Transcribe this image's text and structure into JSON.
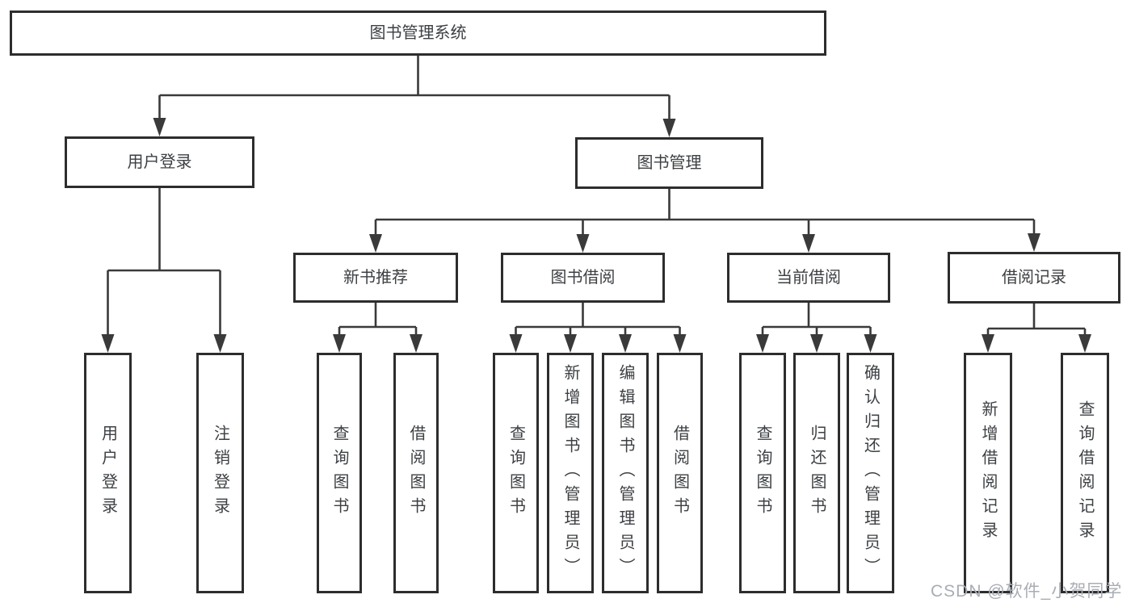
{
  "diagram_title": "图书管理系统",
  "tree": {
    "root": {
      "label": "图书管理系统"
    },
    "branches": [
      {
        "label": "用户登录",
        "children": [
          {
            "label": "用户登录"
          },
          {
            "label": "注销登录"
          }
        ]
      },
      {
        "label": "图书管理",
        "children": [
          {
            "label": "新书推荐",
            "children": [
              {
                "label": "查询图书"
              },
              {
                "label": "借阅图书"
              }
            ]
          },
          {
            "label": "图书借阅",
            "children": [
              {
                "label": "查询图书"
              },
              {
                "label": "新增图书（管理员）"
              },
              {
                "label": "编辑图书（管理员）"
              },
              {
                "label": "借阅图书"
              }
            ]
          },
          {
            "label": "当前借阅",
            "children": [
              {
                "label": "查询图书"
              },
              {
                "label": "归还图书"
              },
              {
                "label": "确认归还（管理员）"
              }
            ]
          },
          {
            "label": "借阅记录",
            "children": [
              {
                "label": "新增借阅记录"
              },
              {
                "label": "查询借阅记录"
              }
            ]
          }
        ]
      }
    ]
  },
  "watermark": "CSDN @软件_小贺同学",
  "colors": {
    "background": "#ffffff",
    "box_border": "#2d2d2d",
    "connector_line": "#3a3a3a",
    "text": "#3d4043",
    "watermark_text": "#a9adb4"
  }
}
